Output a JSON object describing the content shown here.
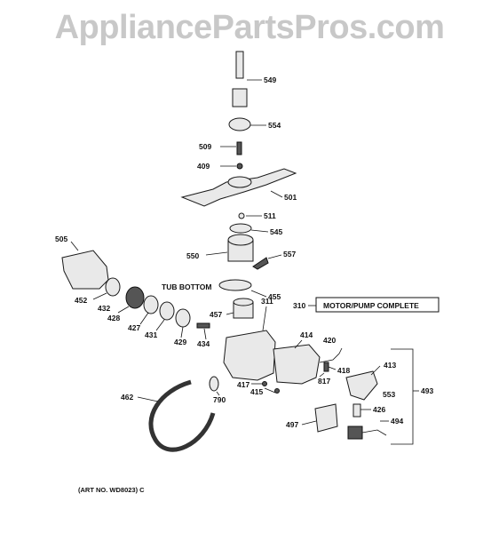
{
  "watermark": "AppliancePartsPros.com",
  "art_no": "(ART NO. WD8023) C",
  "tub_bottom": "TUB BOTTOM",
  "motor_pump_box": "MOTOR/PUMP COMPLETE",
  "labels": {
    "p549": "549",
    "p554": "554",
    "p509": "509",
    "p409": "409",
    "p501": "501",
    "p511": "511",
    "p545": "545",
    "p550": "550",
    "p557": "557",
    "p505": "505",
    "p455": "455",
    "p452": "452",
    "p432": "432",
    "p428": "428",
    "p427": "427",
    "p431": "431",
    "p429": "429",
    "p434": "434",
    "p457": "457",
    "p311": "311",
    "p310": "310",
    "p414": "414",
    "p420": "420",
    "p413": "413",
    "p418": "418",
    "p817": "817",
    "p417": "417",
    "p415": "415",
    "p553": "553",
    "p493": "493",
    "p462": "462",
    "p790": "790",
    "p426": "426",
    "p497": "497",
    "p494": "494"
  }
}
